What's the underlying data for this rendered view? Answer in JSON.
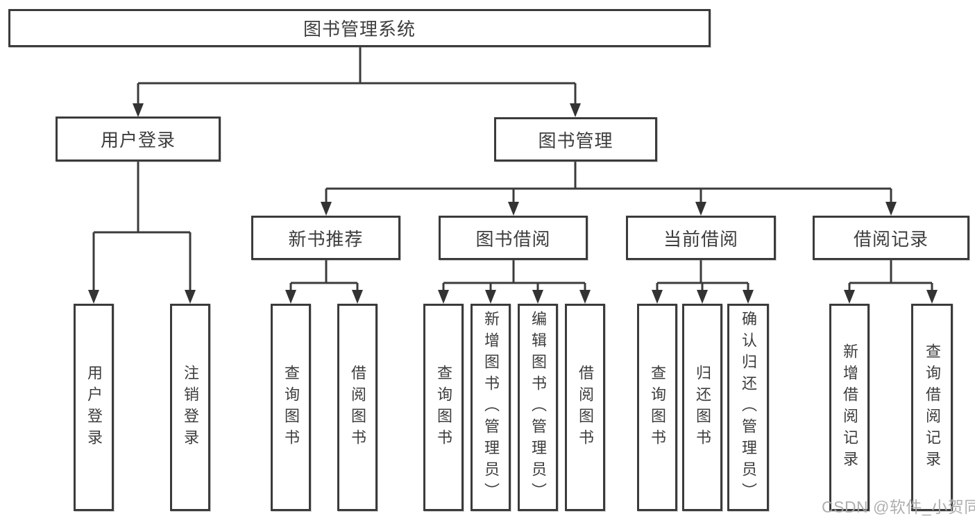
{
  "diagram": {
    "type": "hierarchy-tree",
    "root": {
      "label": "图书管理系统",
      "children": [
        {
          "label": "用户登录",
          "children": [
            {
              "label": "用户登录"
            },
            {
              "label": "注销登录"
            }
          ]
        },
        {
          "label": "图书管理",
          "children": [
            {
              "label": "新书推荐",
              "children": [
                {
                  "label": "查询图书"
                },
                {
                  "label": "借阅图书"
                }
              ]
            },
            {
              "label": "图书借阅",
              "children": [
                {
                  "label": "查询图书"
                },
                {
                  "label": "新增图书（管理员）"
                },
                {
                  "label": "编辑图书（管理员）"
                },
                {
                  "label": "借阅图书"
                }
              ]
            },
            {
              "label": "当前借阅",
              "children": [
                {
                  "label": "查询图书"
                },
                {
                  "label": "归还图书"
                },
                {
                  "label": "确认归还（管理员）"
                }
              ]
            },
            {
              "label": "借阅记录",
              "children": [
                {
                  "label": "新增借阅记录"
                },
                {
                  "label": "查询借阅记录"
                }
              ]
            }
          ]
        }
      ]
    },
    "watermark": "CSDN @软件_小贺同学",
    "colors": {
      "line": "#3b3b3b",
      "text": "#3d3d3d",
      "watermark": "#a8a8a8",
      "background": "#ffffff"
    }
  }
}
